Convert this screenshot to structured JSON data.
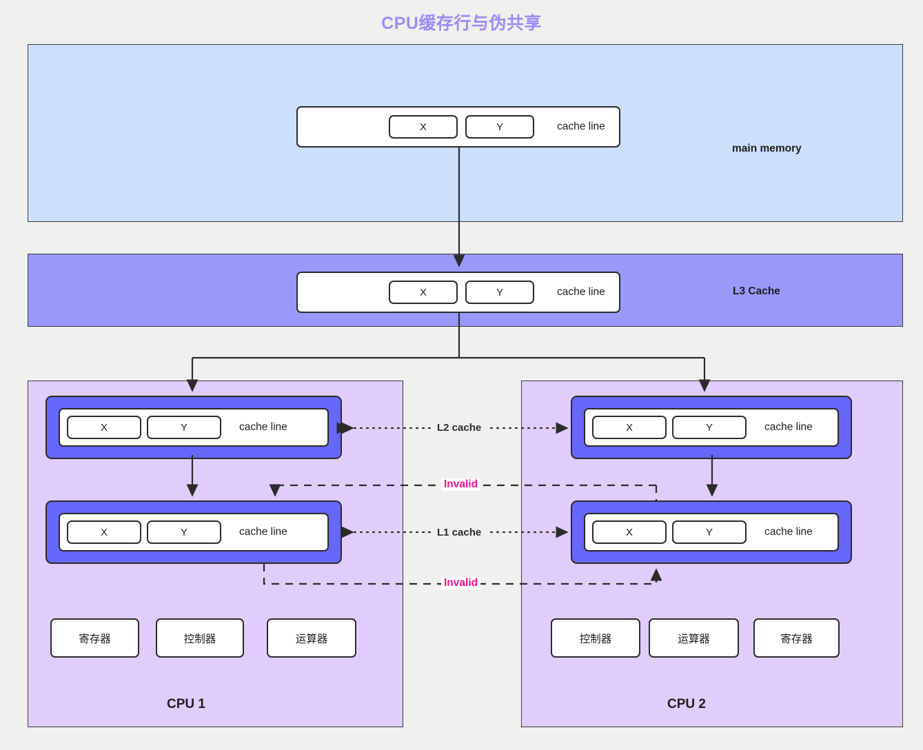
{
  "title": "CPU缓存行与伪共享",
  "theme": {
    "page_bg": "#f0f0ef",
    "title_color": "#9b8cfa",
    "main_memory_bg": "#cce0fb",
    "l3_bg": "#9999fa",
    "cpu_bg": "#e1cdfb",
    "cache_frame_bg": "#6666fa",
    "box_bg": "#ffffff",
    "stroke": "#2b2b2b",
    "invalid_color": "#ef0f90"
  },
  "main_memory": {
    "label": "main memory",
    "cache_line": {
      "cells": [
        "X",
        "Y"
      ],
      "text": "cache line"
    }
  },
  "l3": {
    "label": "L3 Cache",
    "cache_line": {
      "cells": [
        "X",
        "Y"
      ],
      "text": "cache line"
    }
  },
  "interconnect": {
    "l2_label": "L2 cache",
    "l1_label": "L1 cache",
    "invalid_top": "Invalid",
    "invalid_bottom": "Invalid"
  },
  "cpu1": {
    "label": "CPU 1",
    "l2": {
      "cells": [
        "X",
        "Y"
      ],
      "text": "cache line"
    },
    "l1": {
      "cells": [
        "X",
        "Y"
      ],
      "text": "cache line"
    },
    "units": [
      "寄存器",
      "控制器",
      "运算器"
    ]
  },
  "cpu2": {
    "label": "CPU 2",
    "l2": {
      "cells": [
        "X",
        "Y"
      ],
      "text": "cache line"
    },
    "l1": {
      "cells": [
        "X",
        "Y"
      ],
      "text": "cache line"
    },
    "units": [
      "控制器",
      "运算器",
      "寄存器"
    ]
  }
}
